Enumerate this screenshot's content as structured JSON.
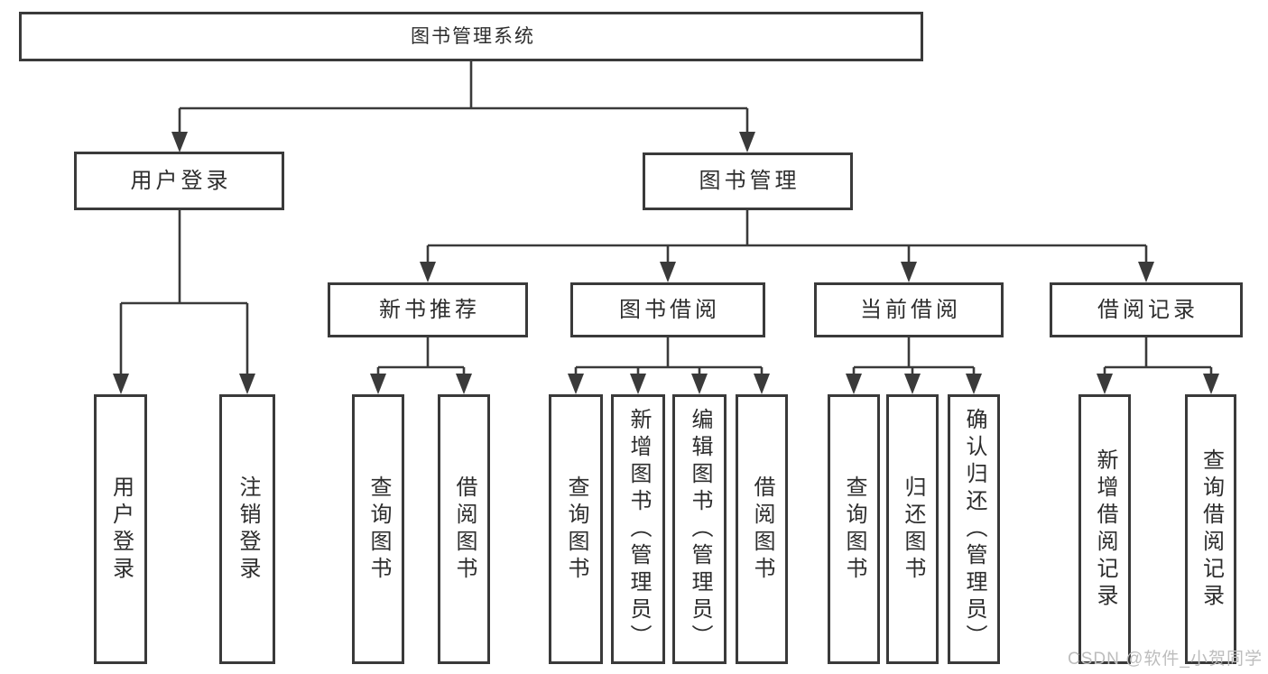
{
  "tree": {
    "root": {
      "label": "图书管理系统"
    },
    "branches": [
      {
        "label": "用户登录",
        "children": [
          {
            "label": "用户登录"
          },
          {
            "label": "注销登录"
          }
        ]
      },
      {
        "label": "图书管理",
        "children": [
          {
            "label": "新书推荐",
            "children": [
              {
                "label": "查询图书"
              },
              {
                "label": "借阅图书"
              }
            ]
          },
          {
            "label": "图书借阅",
            "children": [
              {
                "label": "查询图书"
              },
              {
                "label": "新增图书（管理员）"
              },
              {
                "label": "编辑图书（管理员）"
              },
              {
                "label": "借阅图书"
              }
            ]
          },
          {
            "label": "当前借阅",
            "children": [
              {
                "label": "查询图书"
              },
              {
                "label": "归还图书"
              },
              {
                "label": "确认归还（管理员）"
              }
            ]
          },
          {
            "label": "借阅记录",
            "children": [
              {
                "label": "新增借阅记录"
              },
              {
                "label": "查询借阅记录"
              }
            ]
          }
        ]
      }
    ]
  },
  "watermark": {
    "text": "CSDN @软件_小贺同学"
  },
  "colors": {
    "line": "#3a3a3a",
    "text": "#2d2d2d",
    "background": "#ffffff",
    "watermark": "#bdbdbd"
  }
}
